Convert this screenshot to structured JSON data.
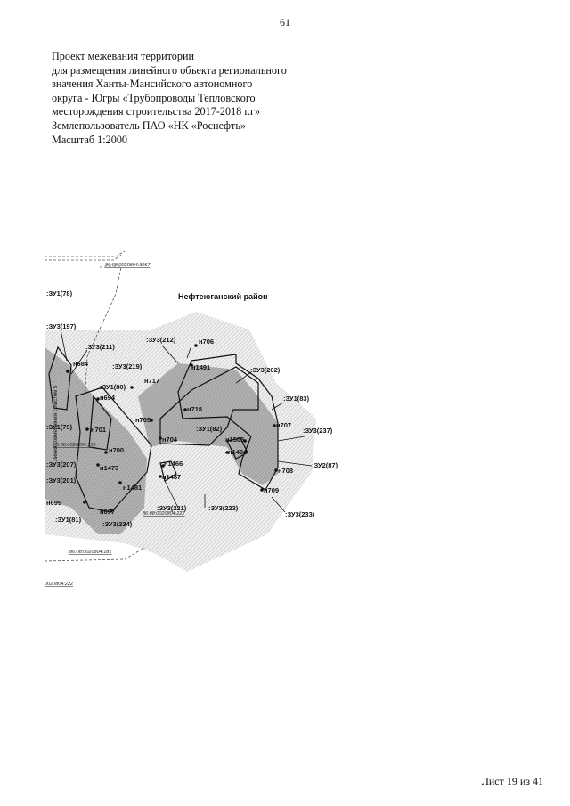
{
  "page": {
    "number": "61",
    "title_lines": [
      "Проект межевания территории",
      "для размещения линейного объекта регионального",
      "значения Ханты-Мансийского автономного",
      "округа - Югры «Трубопроводы Тепловского",
      "месторождения строительства 2017-2018 г.г»",
      "Землепользователь ПАО «НК «Роснефть»",
      "Масштаб 1:2000"
    ],
    "footer": "Лист 19 из 41"
  },
  "map": {
    "district": "Нефтеюганский район",
    "side_note": "Линия совмещения с листом 5",
    "cadastral": [
      "86:08:0020804:3057",
      "86:08:0020804:181",
      "86:08:0020804:222",
      "86:08:0020804:159",
      "0020804:222"
    ],
    "plots": [
      ":ЗУ1(78)",
      ":ЗУ3(197)",
      ":ЗУ3(211)",
      ":ЗУ3(212)",
      ":ЗУ3(219)",
      ":ЗУ1(80)",
      ":ЗУ3(202)",
      ":ЗУ1(83)",
      ":ЗУ1(79)",
      ":ЗУ1(82)",
      ":ЗУ3(237)",
      ":ЗУ3(207)",
      ":ЗУ2(87)",
      ":ЗУ3(201)",
      ":ЗУ3(221)",
      ":ЗУ3(223)",
      ":ЗУ1(81)",
      ":ЗУ3(233)",
      ":ЗУ3(234)"
    ],
    "points": [
      "н706",
      "н1491",
      "н717",
      "н684",
      "н694",
      "н718",
      "н707",
      "н705",
      "н704",
      "н1505",
      "н701",
      "н1494",
      "н700",
      "н1466",
      "н708",
      "н1473",
      "н1487",
      "н709",
      "н1481",
      "н699",
      "н697"
    ]
  }
}
